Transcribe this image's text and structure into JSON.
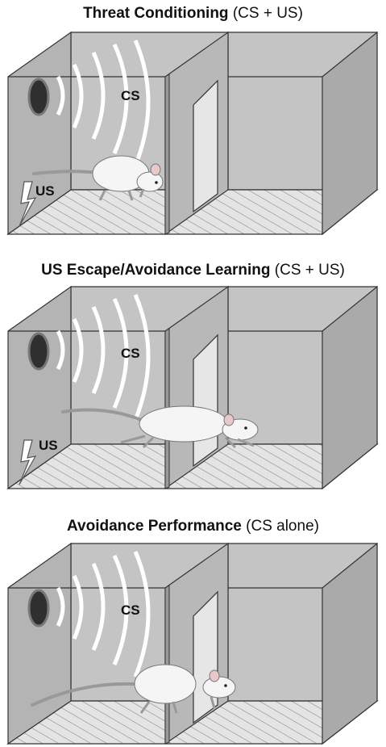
{
  "panels": [
    {
      "title_bold": "Threat Conditioning",
      "title_rest": "(CS + US)",
      "cs_label": "CS",
      "us_label": "US",
      "rat_pose": "sitting-left-chamber"
    },
    {
      "title_bold": "US Escape/Avoidance Learning",
      "title_rest": "(CS + US)",
      "cs_label": "CS",
      "us_label": "US",
      "rat_pose": "running-through-door"
    },
    {
      "title_bold": "Avoidance Performance",
      "title_rest": "(CS alone)",
      "cs_label": "CS",
      "rat_pose": "walking-toward-door"
    }
  ],
  "colors": {
    "wall_fill": "#bdbdbd",
    "wall_dark": "#a9a9a9",
    "floor_fill": "#e2e2e2",
    "speaker": "#2f2f2f",
    "rat": "#f4f4f4"
  }
}
